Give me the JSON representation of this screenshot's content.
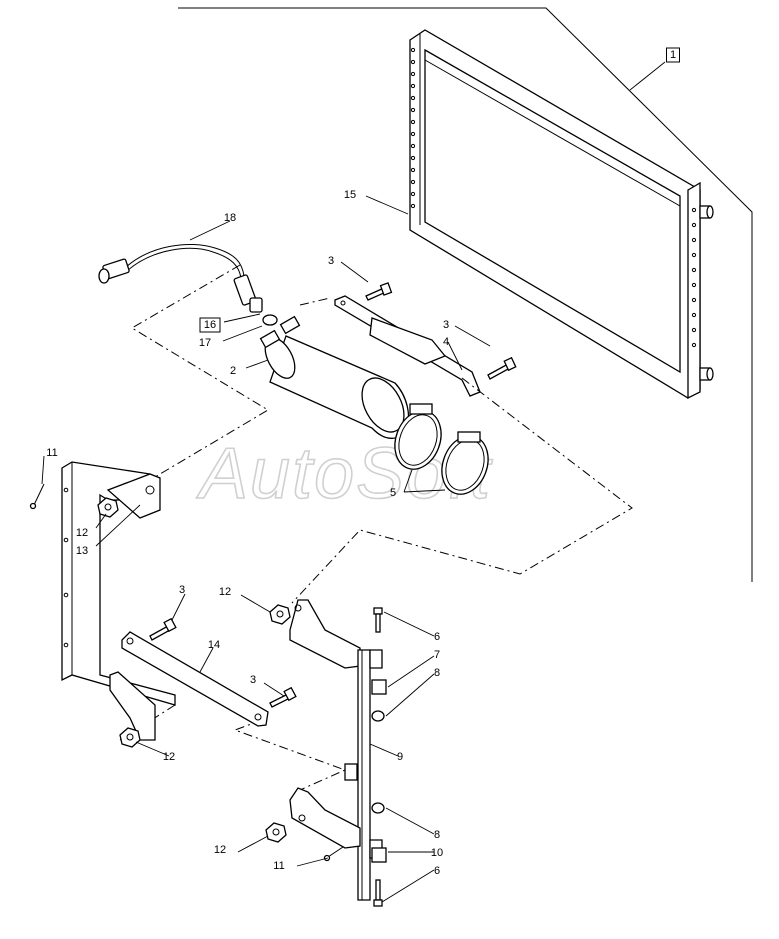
{
  "watermark": "AutoSoft",
  "callouts": [
    {
      "id": "c1",
      "text": "1",
      "boxed": true
    },
    {
      "id": "c15",
      "text": "15",
      "boxed": false
    },
    {
      "id": "c18",
      "text": "18",
      "boxed": false
    },
    {
      "id": "c3a",
      "text": "3",
      "boxed": false
    },
    {
      "id": "c3b",
      "text": "3",
      "boxed": false
    },
    {
      "id": "c4",
      "text": "4",
      "boxed": false
    },
    {
      "id": "c16",
      "text": "16",
      "boxed": true
    },
    {
      "id": "c17",
      "text": "17",
      "boxed": false
    },
    {
      "id": "c2",
      "text": "2",
      "boxed": false
    },
    {
      "id": "c5",
      "text": "5",
      "boxed": false
    },
    {
      "id": "c11a",
      "text": "11",
      "boxed": false
    },
    {
      "id": "c12a",
      "text": "12",
      "boxed": false
    },
    {
      "id": "c13",
      "text": "13",
      "boxed": false
    },
    {
      "id": "c3c",
      "text": "3",
      "boxed": false
    },
    {
      "id": "c12b",
      "text": "12",
      "boxed": false
    },
    {
      "id": "c14",
      "text": "14",
      "boxed": false
    },
    {
      "id": "c6a",
      "text": "6",
      "boxed": false
    },
    {
      "id": "c7",
      "text": "7",
      "boxed": false
    },
    {
      "id": "c8a",
      "text": "8",
      "boxed": false
    },
    {
      "id": "c3d",
      "text": "3",
      "boxed": false
    },
    {
      "id": "c12c",
      "text": "12",
      "boxed": false
    },
    {
      "id": "c9",
      "text": "9",
      "boxed": false
    },
    {
      "id": "c8b",
      "text": "8",
      "boxed": false
    },
    {
      "id": "c12d",
      "text": "12",
      "boxed": false
    },
    {
      "id": "c10",
      "text": "10",
      "boxed": false
    },
    {
      "id": "c11b",
      "text": "11",
      "boxed": false
    },
    {
      "id": "c6b",
      "text": "6",
      "boxed": false
    }
  ]
}
